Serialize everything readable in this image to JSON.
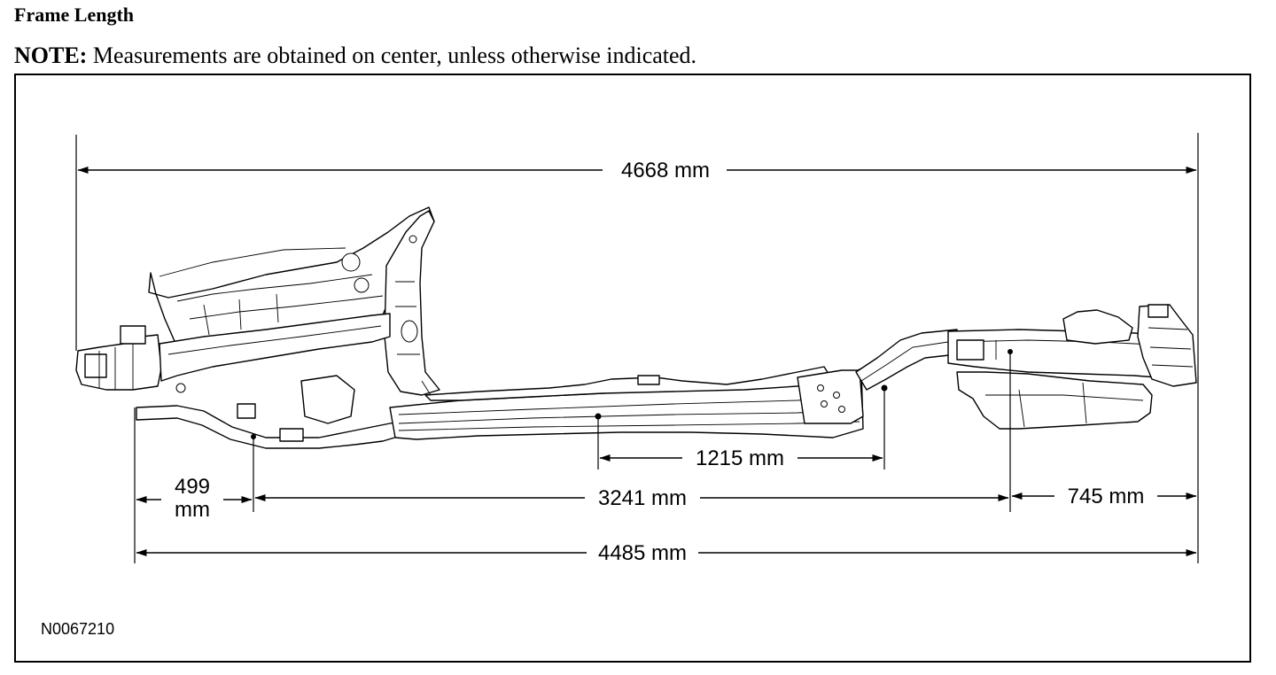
{
  "header": {
    "title": "Frame Length",
    "note_label": "NOTE:",
    "note_text": "Measurements are obtained on center, unless otherwise indicated."
  },
  "figure": {
    "id": "N0067210",
    "dimensions": {
      "overall_length": "4668 mm",
      "front_overhang_line1": "499",
      "front_overhang_line2": "mm",
      "wheelbase": "3241 mm",
      "rear_section": "1215 mm",
      "rear_overhang": "745 mm",
      "frame_length": "4485 mm"
    }
  }
}
